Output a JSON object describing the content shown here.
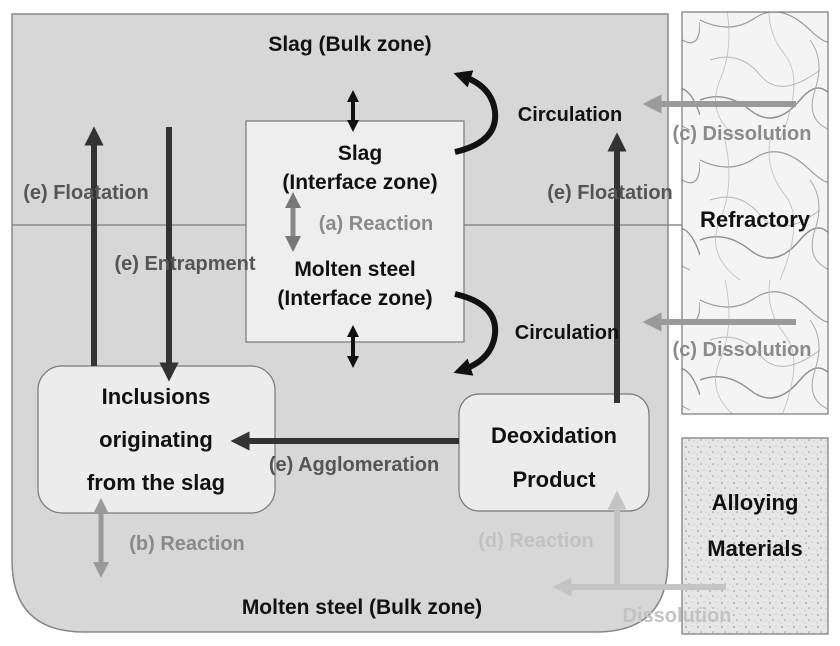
{
  "zones": {
    "slag_bulk": "Slag (Bulk zone)",
    "steel_bulk": "Molten steel (Bulk zone)",
    "slag_interface_1": "Slag",
    "slag_interface_2": "(Interface zone)",
    "steel_interface_1": "Molten steel",
    "steel_interface_2": "(Interface zone)"
  },
  "boxes": {
    "inclusions_1": "Inclusions",
    "inclusions_2": "originating",
    "inclusions_3": "from the slag",
    "deox_1": "Deoxidation",
    "deox_2": "Product",
    "refractory": "Refractory",
    "alloying_1": "Alloying",
    "alloying_2": "Materials"
  },
  "labels": {
    "circulation_top": "Circulation",
    "circulation_bottom": "Circulation",
    "dissolution_top": "(c) Dissolution",
    "dissolution_bottom": "(c) Dissolution",
    "dissolution_alloy": "Dissolution",
    "floatation_left": "(e) Floatation",
    "floatation_right": "(e) Floatation",
    "entrapment": "(e) Entrapment",
    "agglomeration": "(e) Agglomeration",
    "reaction_a": "(a) Reaction",
    "reaction_b": "(b) Reaction",
    "reaction_d": "(d) Reaction"
  },
  "colors": {
    "vessel_fill": "#d7d7d7",
    "interface_fill": "#eeeeee",
    "dark_arrow": "#333333",
    "mid_arrow": "#777777",
    "light_arrow": "#9a9a9a",
    "pale_arrow": "#c4c4c4"
  }
}
